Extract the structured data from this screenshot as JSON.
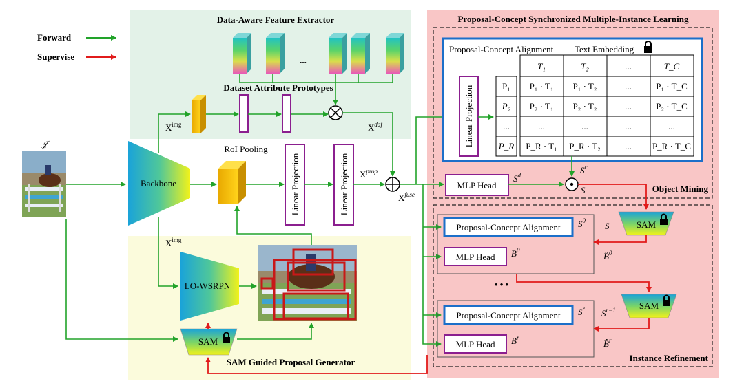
{
  "legend": {
    "forward": "Forward",
    "supervise": "Supervise"
  },
  "colors": {
    "forward": "#22a32a",
    "supervise": "#e11b1b",
    "purple": "#8b1f8f",
    "blue": "#1c6fc9",
    "green_bg": "#e3f2e8",
    "yellow_bg": "#fbfbdc",
    "pink_bg": "#f9c6c6"
  },
  "sections": {
    "feature_extractor": "Data-Aware Feature Extractor",
    "prototypes": "Dataset Attribute Prototypes",
    "proposal_generator": "SAM Guided Proposal Generator",
    "pcsmil": "Proposal-Concept Synchronized Multiple-Instance Learning",
    "object_mining": "Object Mining",
    "instance_refinement": "Instance Refinement",
    "pca_title": "Proposal-Concept Alignment",
    "text_embedding": "Text Embedding"
  },
  "labels": {
    "image_symbol": "𝒥",
    "backbone": "Backbone",
    "roi_pooling": "RoI Pooling",
    "linear_projection": "Linear Projection",
    "lo_wsrpn": "LO-WSRPN",
    "sam": "SAM",
    "mlp_head": "MLP Head",
    "pca": "Proposal-Concept Alignment",
    "dots": "• • •",
    "x_img": "X",
    "x_img_sup": "img",
    "x_daf": "X",
    "x_daf_sup": "daf",
    "x_prop": "X",
    "x_prop_sup": "prop",
    "x_fuse": "X",
    "x_fuse_sup": "fuse",
    "s_d": "S",
    "s_d_sup": "d",
    "s_c": "S",
    "s_c_sup": "c",
    "s": "S",
    "s0": "S",
    "s0_sup": "0",
    "b0": "B",
    "b0_sup": "0",
    "bhat0": "B̂",
    "bhat0_sup": "0",
    "sr": "S",
    "sr_sup": "r",
    "br": "B",
    "br_sup": "r",
    "sr1": "S",
    "sr1_sup": "r−1",
    "bhatr": "B̂",
    "bhatr_sup": "r"
  },
  "table": {
    "header": [
      "T₁",
      "T₂",
      "...",
      "T_C"
    ],
    "rows": [
      {
        "p": "P₁",
        "cells": [
          "P₁ · T₁",
          "P₁ · T₂",
          "...",
          "P₁ · T_C"
        ]
      },
      {
        "p": "P₂",
        "cells": [
          "P₂ · T₁",
          "P₂ · T₂",
          "...",
          "P₂ · T_C"
        ]
      },
      {
        "p": "...",
        "cells": [
          "...",
          "...",
          "...",
          "..."
        ]
      },
      {
        "p": "P_R",
        "cells": [
          "P_R · T₁",
          "P_R · T₂",
          "...",
          "P_R · T_C"
        ]
      }
    ]
  }
}
